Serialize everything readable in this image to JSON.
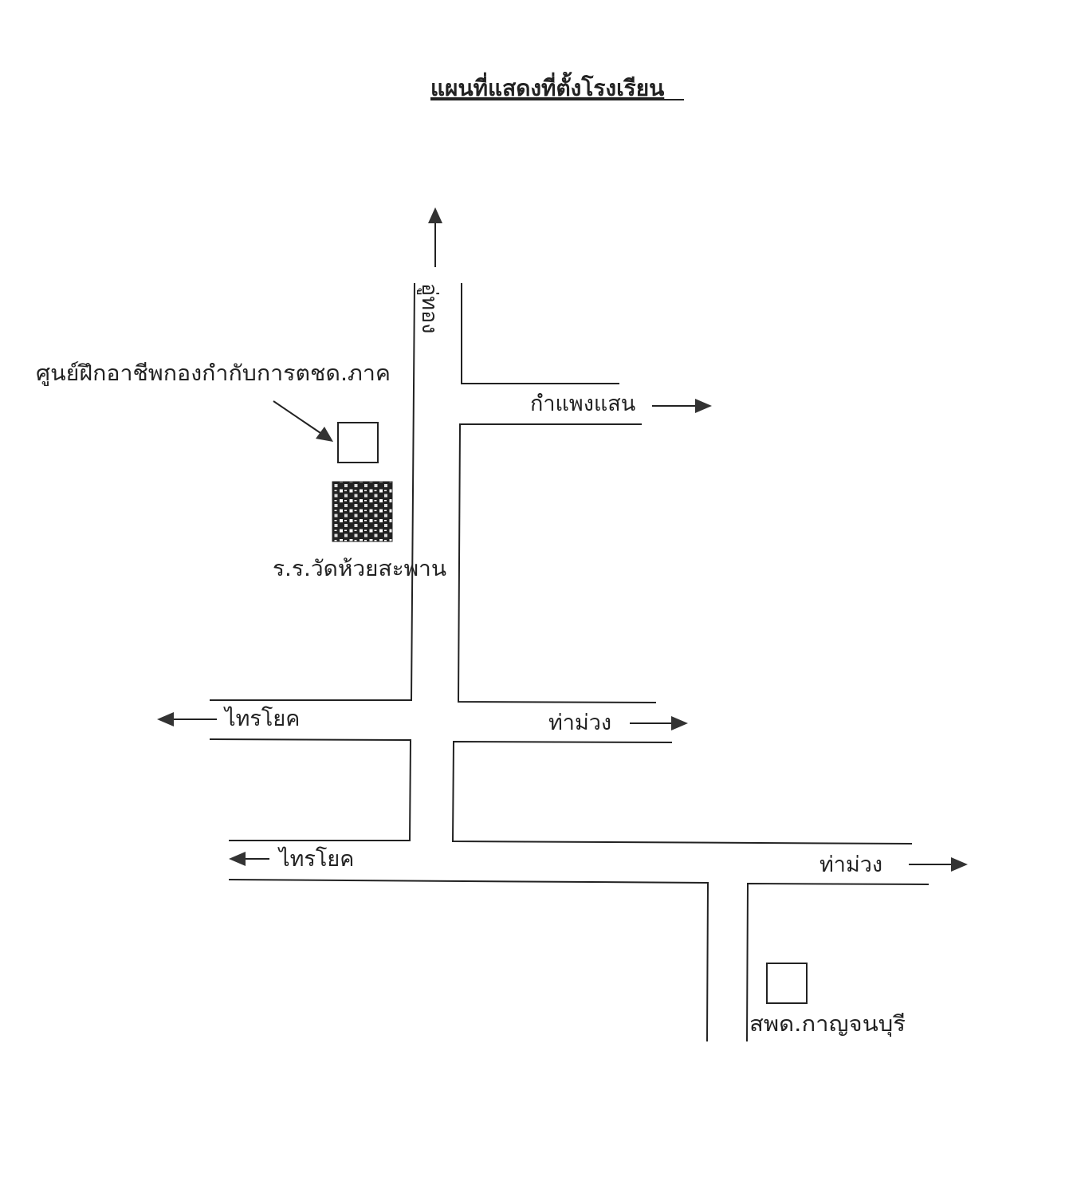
{
  "title": "แผนที่แสดงที่ตั้งโรงเรียน",
  "roads": {
    "north": "อู่ทอง",
    "east_upper": "กำแพงแสน",
    "west_middle": "ไทรโยค",
    "east_middle": "ท่าม่วง",
    "west_lower": "ไทรโยค",
    "east_lower": "ท่าม่วง"
  },
  "places": {
    "training_center": "ศูนย์ฝึกอาชีพกองกำกับการตชด.ภาค",
    "school": "ร.ร.วัดห้วยสะพาน",
    "office": "สพด.กาญจนบุรี"
  },
  "colors": {
    "ink": "#222222",
    "paper": "#ffffff"
  }
}
